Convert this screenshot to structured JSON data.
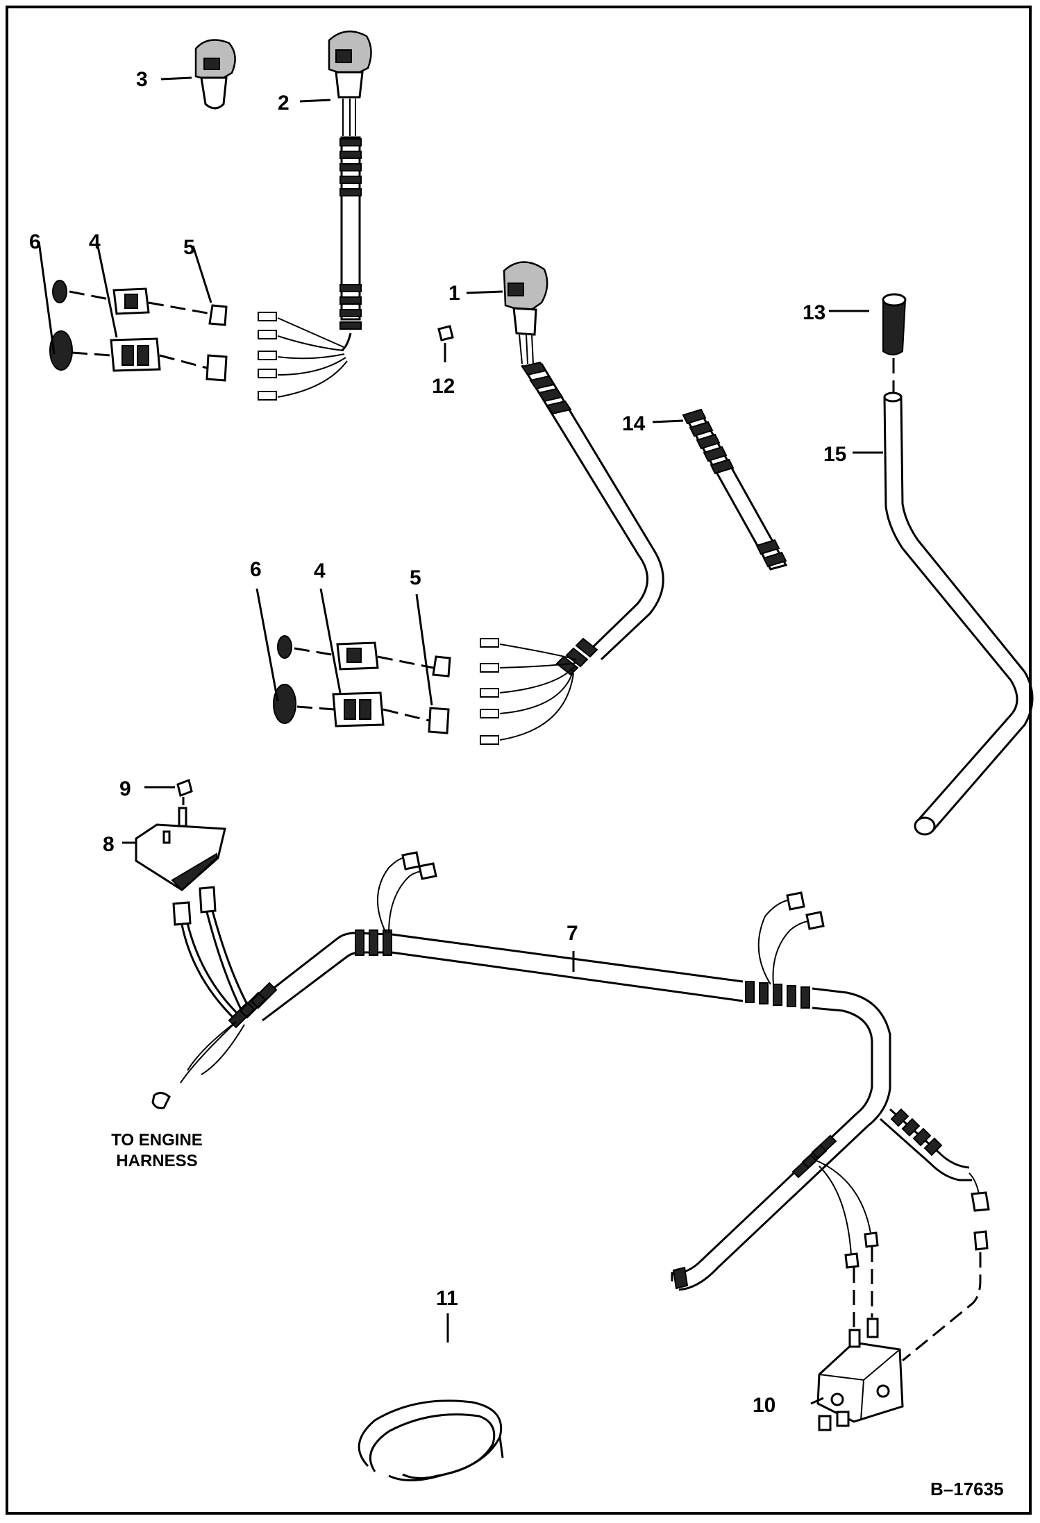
{
  "diagram": {
    "drawing_number": "B–17635",
    "note_line_1": "TO ENGINE",
    "note_line_2": "HARNESS",
    "callouts": [
      "1",
      "2",
      "3",
      "4",
      "5",
      "6",
      "7",
      "8",
      "9",
      "10",
      "11",
      "12",
      "13",
      "14",
      "15",
      "4",
      "5",
      "6"
    ]
  }
}
